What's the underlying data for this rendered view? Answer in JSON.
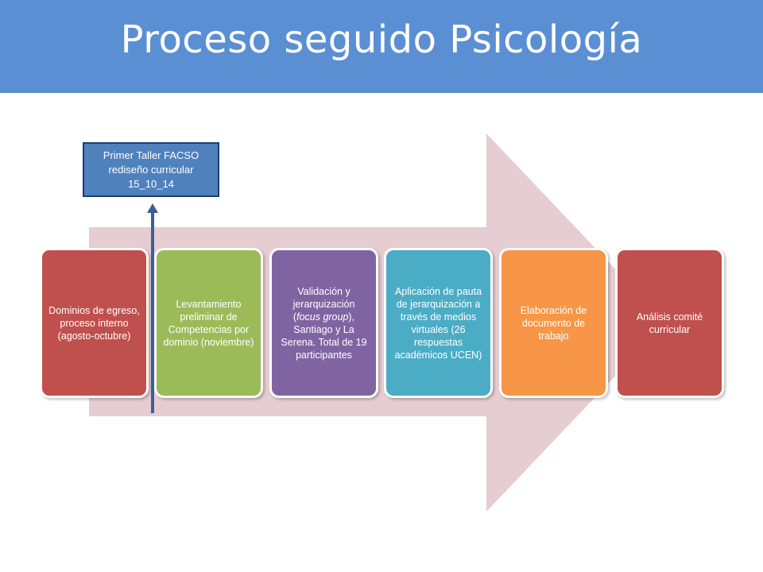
{
  "header": {
    "title": "Proceso seguido Psicología"
  },
  "callout": {
    "label": "Primer Taller FACSO rediseño curricular 15_10_14"
  },
  "steps": [
    {
      "label": "Dominios de egreso, proceso interno (agosto-octubre)",
      "color": "#c0504d"
    },
    {
      "label": "Levantamiento preliminar  de Competencias por dominio (noviembre)",
      "color": "#9bbb59"
    },
    {
      "pre": "Validación y jerarquización (",
      "em": "focus group",
      "post": "), Santiago y La Serena. Total de 19 participantes",
      "color": "#8064a2"
    },
    {
      "label": "Aplicación de pauta de jerarquización a través de medios virtuales (26 respuestas académicos UCEN)",
      "color": "#4bacc6"
    },
    {
      "label": "Elaboración de documento de trabajo",
      "color": "#f79646"
    },
    {
      "label": "Análisis comité curricular",
      "color": "#c0504d"
    }
  ],
  "colors": {
    "header_bg": "#5b8fd3",
    "arrow_fill": "#e6cdd1",
    "marker": "#3c5f9a"
  }
}
